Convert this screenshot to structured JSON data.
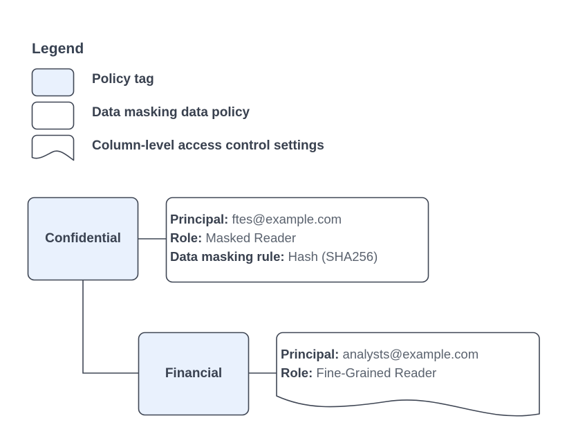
{
  "legend": {
    "title": "Legend",
    "items": [
      {
        "label": "Policy tag",
        "shape": "rounded-rect",
        "fill": "#e9f1fd"
      },
      {
        "label": "Data masking data policy",
        "shape": "rounded-rect",
        "fill": "#ffffff"
      },
      {
        "label": "Column-level access control settings",
        "shape": "wavy-bottom-rect",
        "fill": "#ffffff"
      }
    ]
  },
  "diagram": {
    "nodes": [
      {
        "id": "confidential",
        "label": "Confidential",
        "type": "policy-tag"
      },
      {
        "id": "financial",
        "label": "Financial",
        "type": "policy-tag"
      }
    ],
    "callouts": [
      {
        "id": "confidential-policy",
        "type": "data-masking-data-policy",
        "rows": [
          {
            "key": "Principal:",
            "value": "ftes@example.com"
          },
          {
            "key": "Role:",
            "value": "Masked Reader"
          },
          {
            "key": "Data masking rule:",
            "value": "Hash (SHA256)"
          }
        ]
      },
      {
        "id": "financial-policy",
        "type": "column-level-access-control-settings",
        "rows": [
          {
            "key": "Principal:",
            "value": "analysts@example.com"
          },
          {
            "key": "Role:",
            "value": "Fine-Grained Reader"
          }
        ]
      }
    ],
    "connectors": [
      {
        "from": "confidential",
        "to": "confidential-policy"
      },
      {
        "from": "confidential",
        "to": "financial"
      },
      {
        "from": "financial",
        "to": "financial-policy"
      }
    ]
  },
  "colors": {
    "node_fill": "#e9f1fd",
    "node_stroke": "#3f4654",
    "callout_fill": "#ffffff",
    "callout_stroke": "#3f4654",
    "connector": "#3f4654",
    "text_bold": "#39414f",
    "text_value": "#5a626e",
    "background": "#ffffff"
  }
}
